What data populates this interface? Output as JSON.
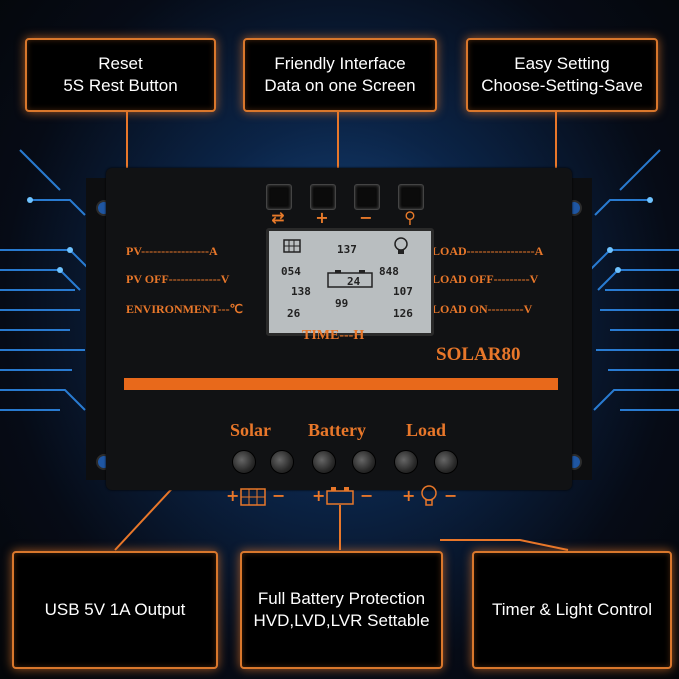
{
  "callouts": {
    "reset": {
      "line1": "Reset",
      "line2": "5S Rest Button"
    },
    "interface": {
      "line1": "Friendly Interface",
      "line2": "Data on one Screen"
    },
    "setting": {
      "line1": "Easy Setting",
      "line2": "Choose-Setting-Save"
    },
    "usb": {
      "line1": "USB 5V 1A Output"
    },
    "battery": {
      "line1": "Full Battery Protection",
      "line2": "HVD,LVD,LVR Settable"
    },
    "timer": {
      "line1": "Timer & Light Control"
    }
  },
  "device": {
    "buttons": {
      "reset": "⇄",
      "plus": "+",
      "minus": "−",
      "set": "⚲"
    },
    "left_labels": [
      "PV-----------------A",
      "PV OFF-------------V",
      "ENVIRONMENT---℃"
    ],
    "right_labels": [
      "LOAD-----------------A",
      "LOAD OFF---------V",
      "LOAD ON---------V"
    ],
    "time_label": "TIME---H",
    "brand": "SOLAR80",
    "terminals": {
      "solar": "Solar",
      "battery": "Battery",
      "load": "Load"
    },
    "lcd": {
      "v1": "137",
      "v2": "054",
      "v3": "24",
      "v4": "848",
      "v5": "138",
      "v6": "107",
      "v7": "26",
      "v8": "99",
      "v9": "126"
    },
    "polarity": {
      "plus": "+",
      "minus": "−"
    }
  },
  "colors": {
    "accent": "#e8772a",
    "glow": "#2f8ef0"
  }
}
